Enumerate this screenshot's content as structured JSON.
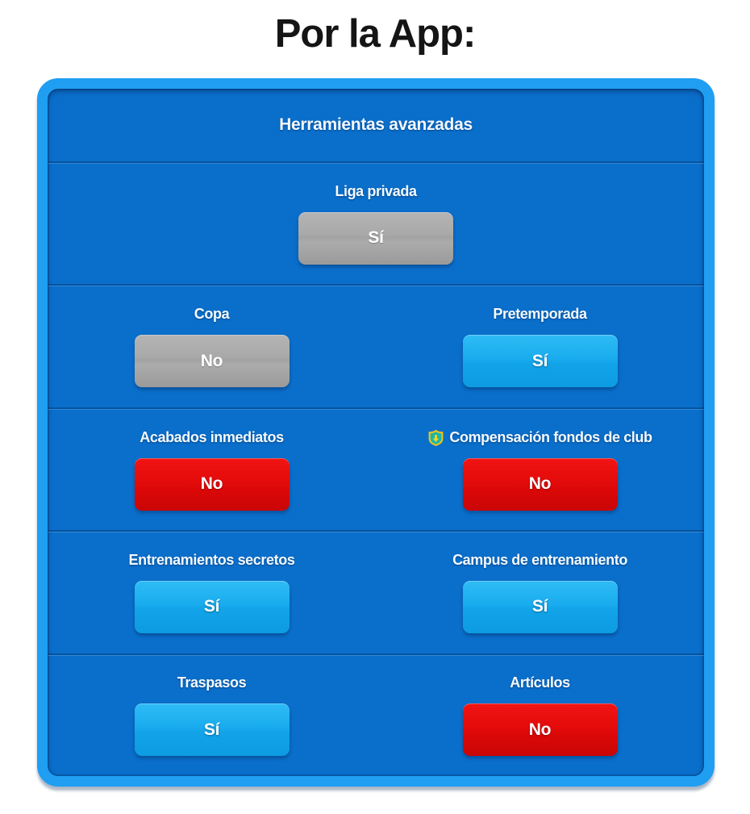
{
  "page": {
    "title": "Por la App:"
  },
  "panel": {
    "title": "Herramientas avanzadas",
    "colors": {
      "frame": "#1F9EF2",
      "panel_background": "#0A6FCB",
      "toggle_on_blue": "#19ACEE",
      "toggle_off_red": "#E30B0B",
      "toggle_neutral_gray": "#A9A9A9",
      "label_text": "#F4FAFF"
    },
    "rows": [
      {
        "cells": [
          {
            "label": "Liga privada",
            "value": "Sí",
            "state": "neutral"
          }
        ]
      },
      {
        "cells": [
          {
            "label": "Copa",
            "value": "No",
            "state": "neutral"
          },
          {
            "label": "Pretemporada",
            "value": "Sí",
            "state": "on"
          }
        ]
      },
      {
        "cells": [
          {
            "label": "Acabados inmediatos",
            "value": "No",
            "state": "off"
          },
          {
            "label": "Compensación fondos de club",
            "value": "No",
            "state": "off",
            "icon": "club-funds-crest-icon"
          }
        ]
      },
      {
        "cells": [
          {
            "label": "Entrenamientos secretos",
            "value": "Sí",
            "state": "on"
          },
          {
            "label": "Campus de entrenamiento",
            "value": "Sí",
            "state": "on"
          }
        ]
      },
      {
        "cells": [
          {
            "label": "Traspasos",
            "value": "Sí",
            "state": "on"
          },
          {
            "label": "Artículos",
            "value": "No",
            "state": "off"
          }
        ]
      }
    ]
  }
}
